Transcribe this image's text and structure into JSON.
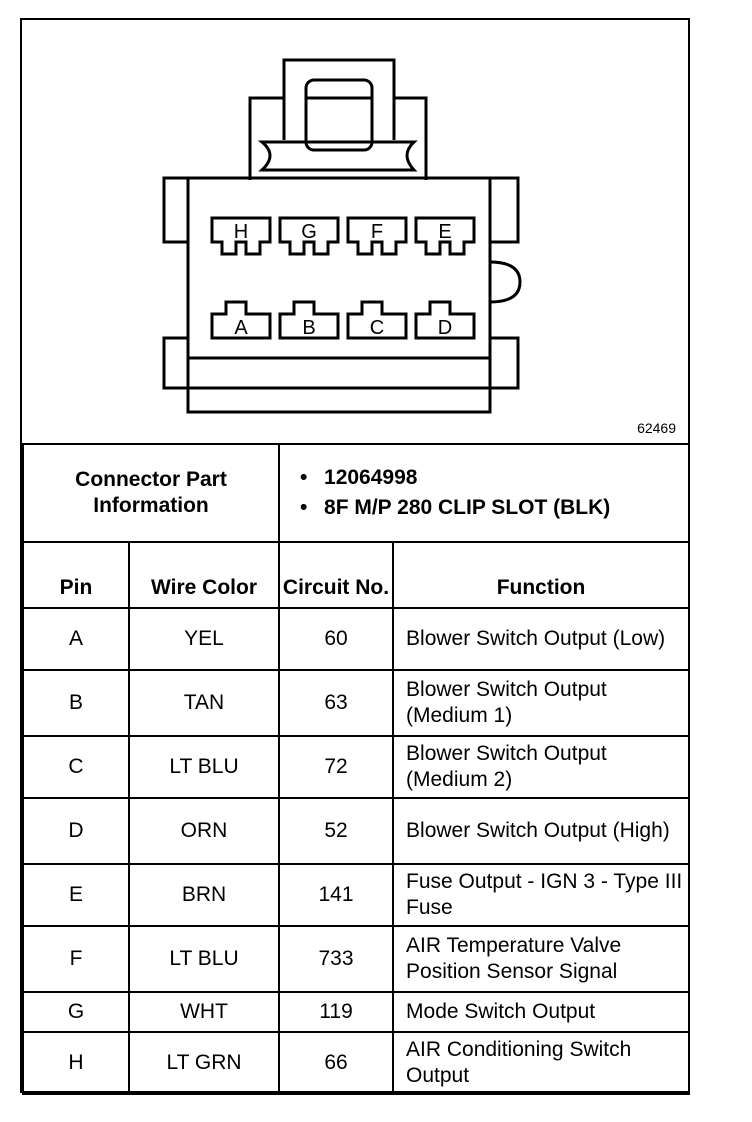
{
  "figure_number": "62469",
  "connector": {
    "top_pins": [
      "H",
      "G",
      "F",
      "E"
    ],
    "bottom_pins": [
      "A",
      "B",
      "C",
      "D"
    ]
  },
  "part_info": {
    "label": "Connector Part Information",
    "items": [
      "12064998",
      "8F M/P 280 CLIP SLOT (BLK)"
    ]
  },
  "headers": {
    "pin": "Pin",
    "wire_color": "Wire Color",
    "circuit": "Circuit No.",
    "function": "Function"
  },
  "rows": [
    {
      "pin": "A",
      "color": "YEL",
      "circuit": "60",
      "function": "Blower Switch Output (Low)"
    },
    {
      "pin": "B",
      "color": "TAN",
      "circuit": "63",
      "function": "Blower Switch Output (Medium 1)"
    },
    {
      "pin": "C",
      "color": "LT BLU",
      "circuit": "72",
      "function": "Blower Switch Output (Medium 2)"
    },
    {
      "pin": "D",
      "color": "ORN",
      "circuit": "52",
      "function": "Blower Switch Output (High)"
    },
    {
      "pin": "E",
      "color": "BRN",
      "circuit": "141",
      "function": "Fuse Output - IGN 3 - Type III Fuse"
    },
    {
      "pin": "F",
      "color": "LT BLU",
      "circuit": "733",
      "function": "AIR Temperature Valve Position Sensor Signal"
    },
    {
      "pin": "G",
      "color": "WHT",
      "circuit": "119",
      "function": "Mode Switch Output"
    },
    {
      "pin": "H",
      "color": "LT GRN",
      "circuit": "66",
      "function": "AIR Conditioning Switch Output"
    }
  ]
}
